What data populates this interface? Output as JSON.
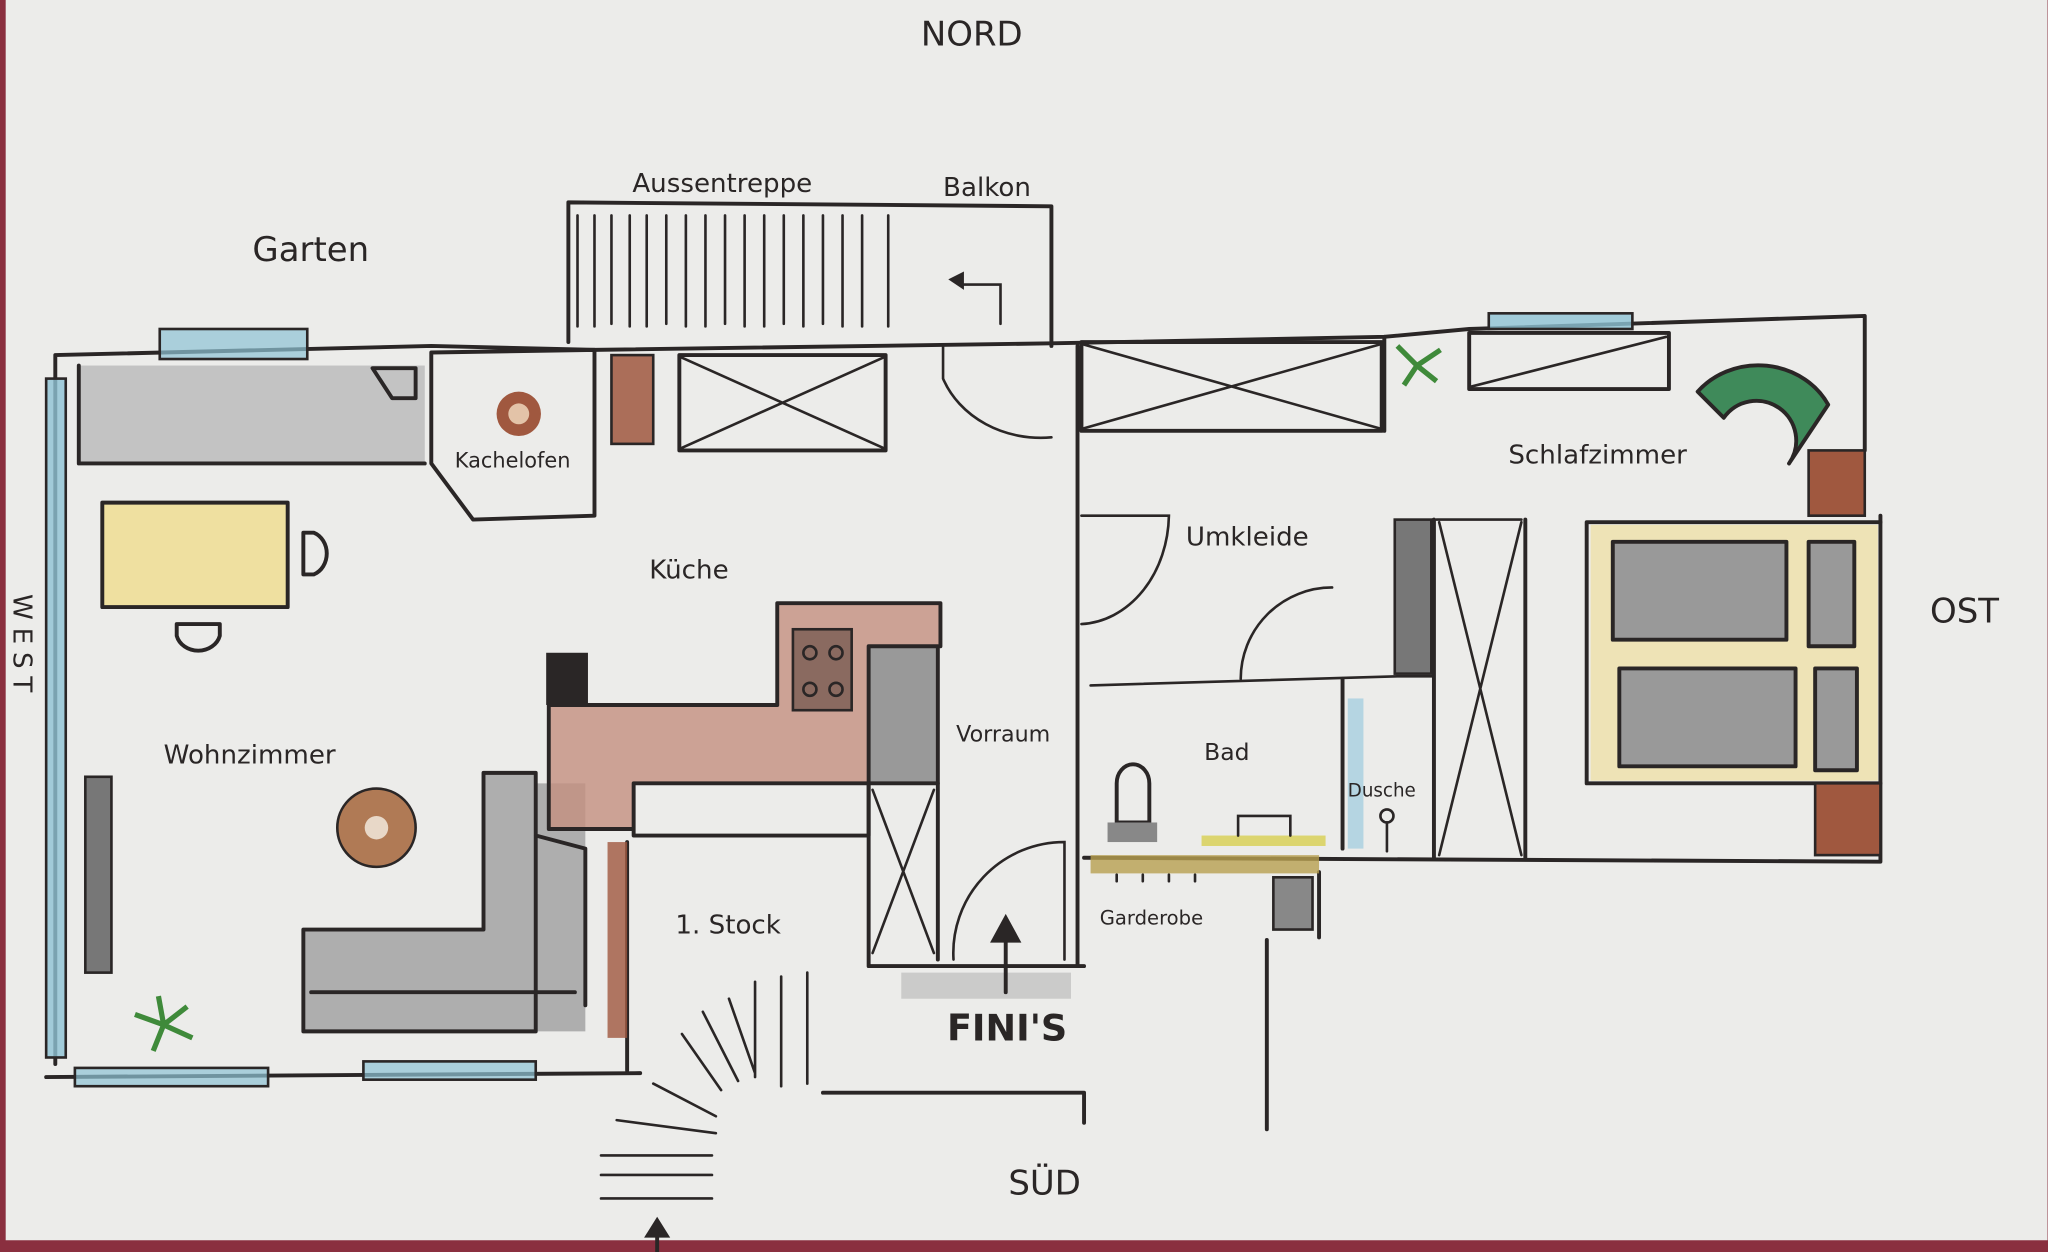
{
  "compass": {
    "north": "NORD",
    "south": "SÜD",
    "west": "WEST",
    "east": "OST"
  },
  "areas": {
    "garden": "Garten",
    "outside_stairs": "Aussentreppe",
    "balcony": "Balkon",
    "tiled_stove": "Kachelofen",
    "kitchen": "Küche",
    "living_room": "Wohnzimmer",
    "first_floor": "1. Stock",
    "hallway": "Vorraum",
    "entrance": "FINI'S",
    "dressing_room": "Umkleide",
    "bedroom": "Schlafzimmer",
    "bathroom": "Bad",
    "shower": "Dusche",
    "wardrobe": "Garderobe"
  },
  "colors": {
    "paper": "#ececea",
    "ink": "#2a2626",
    "window_blue": "#8fc3d4",
    "wood_brown": "#a0583f",
    "table_yellow": "#efe0a0",
    "sofa_gray": "#9a9a9a",
    "chair_green": "#3f8a5a"
  }
}
